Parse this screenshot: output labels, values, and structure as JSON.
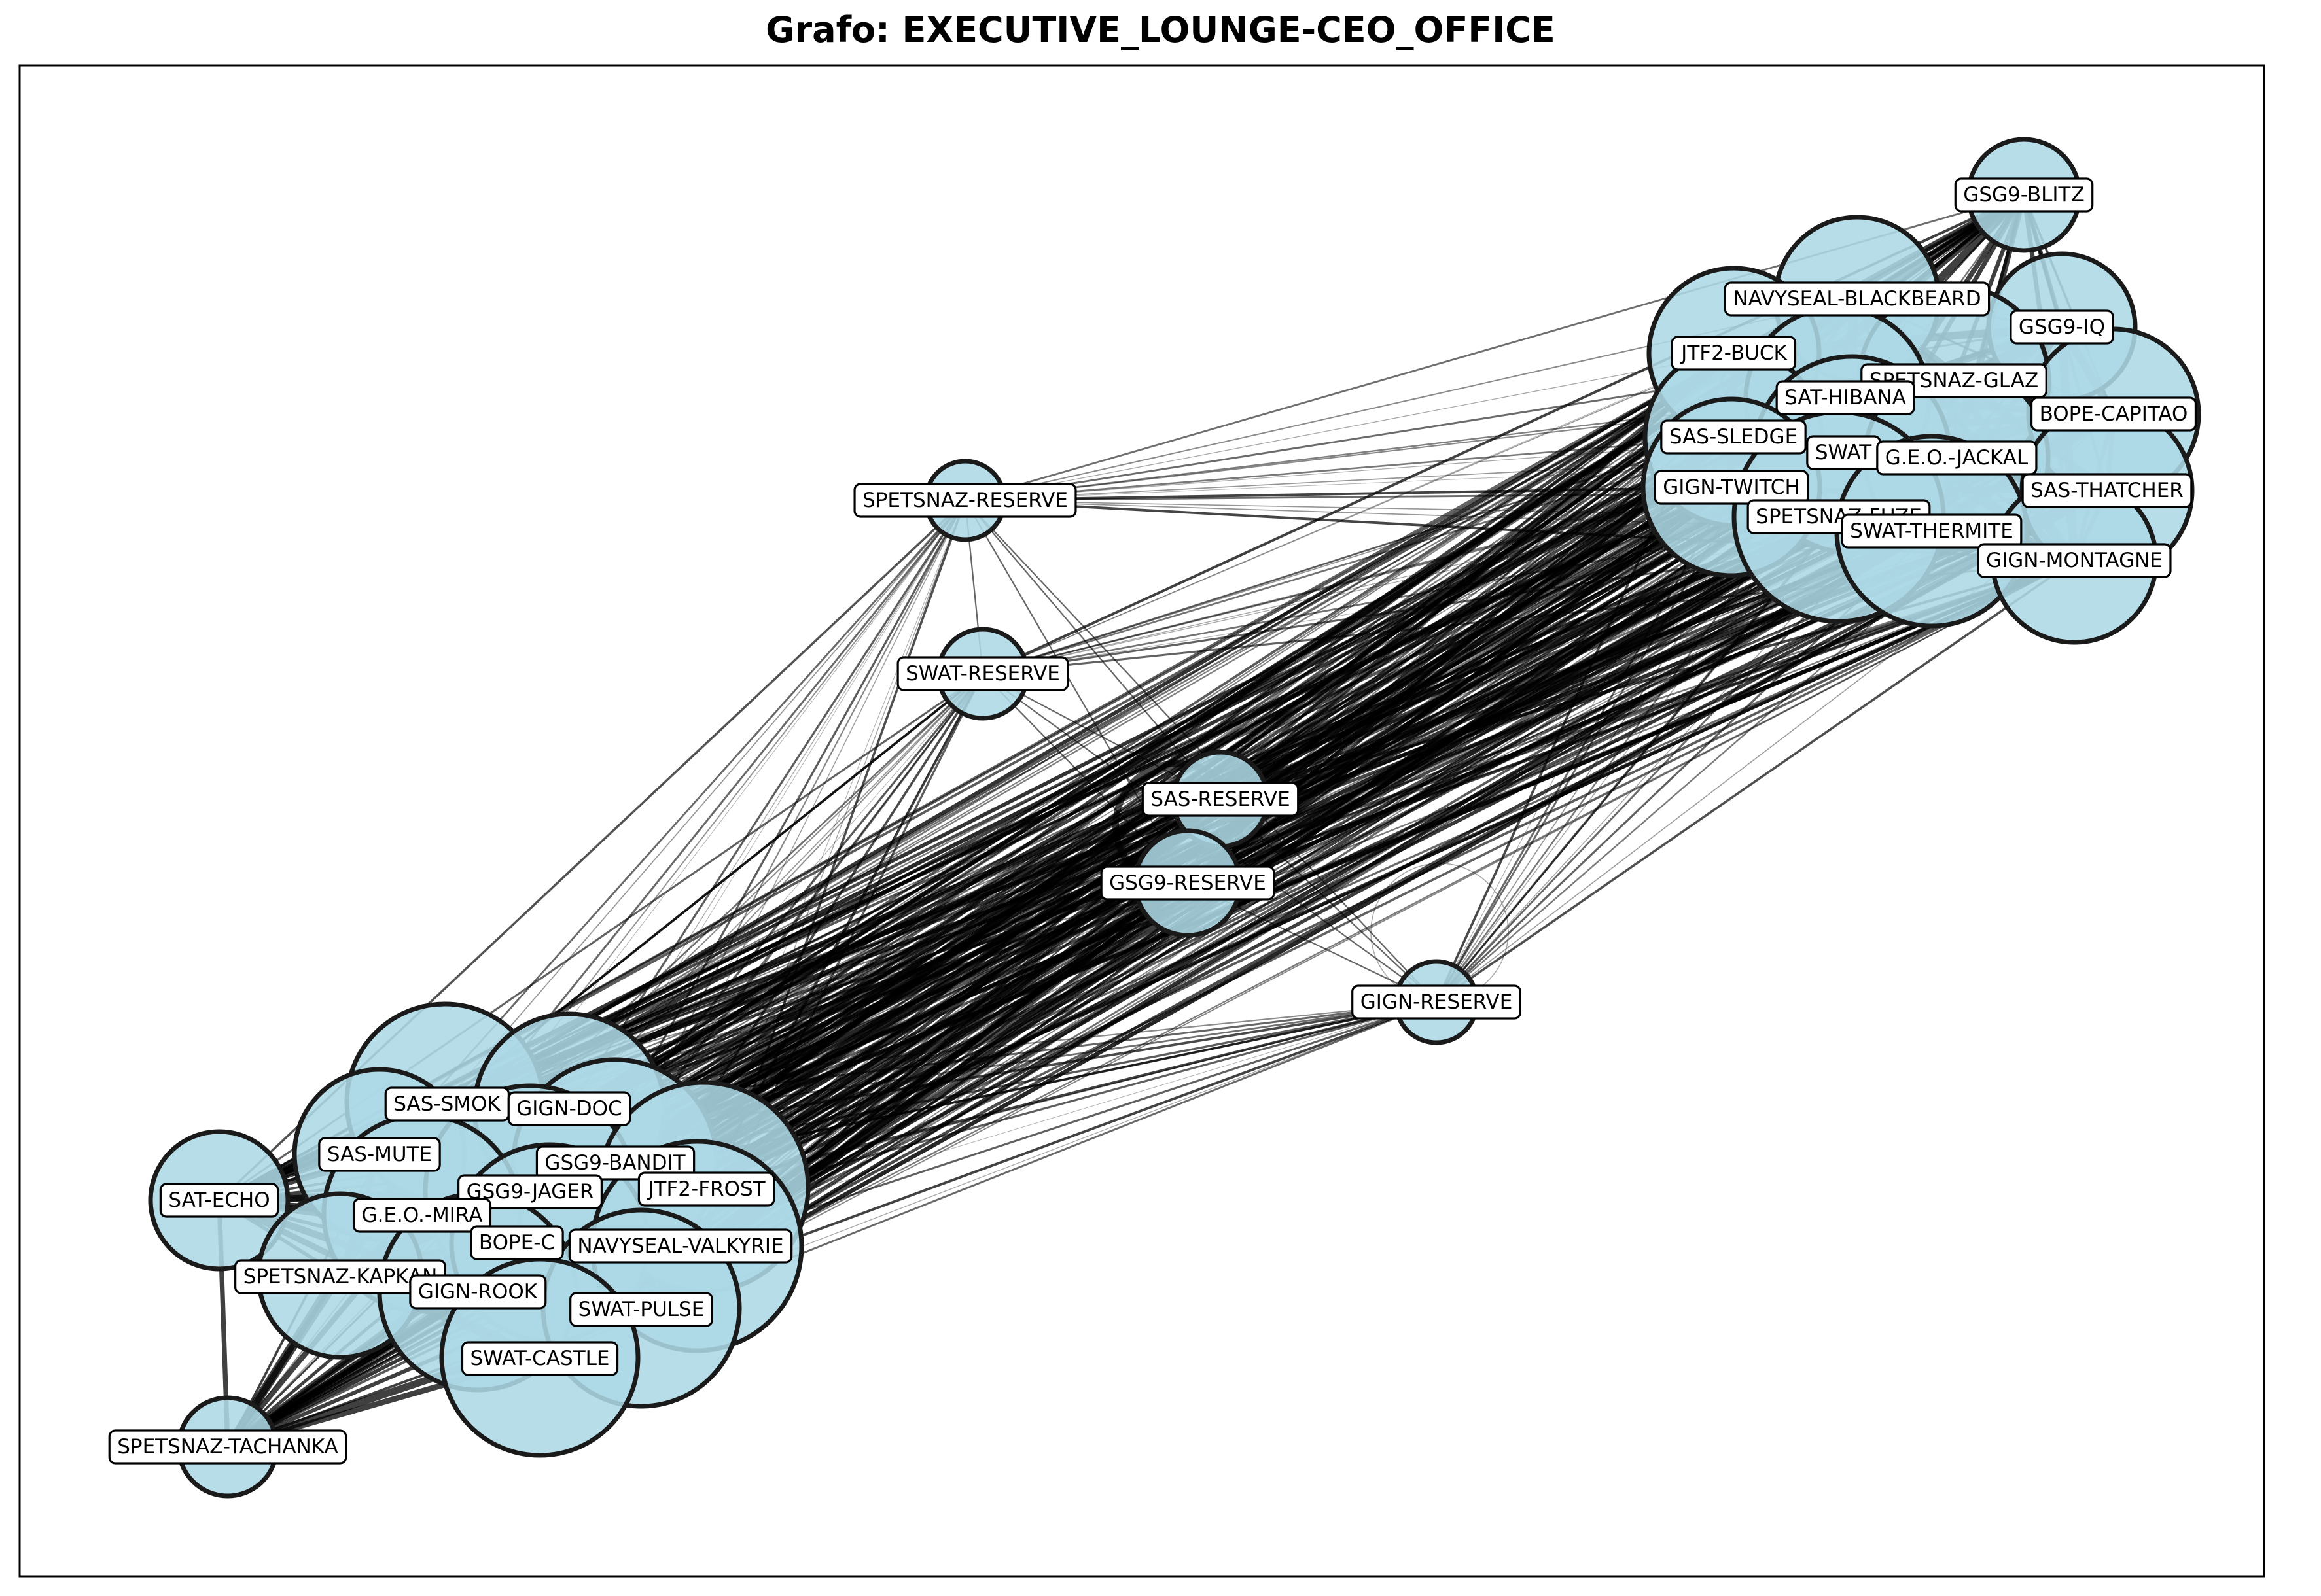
{
  "title": "Grafo: EXECUTIVE_LOUNGE-CEO_OFFICE",
  "colors": {
    "node_fill": "#add8e6",
    "node_stroke": "#1a1a1a",
    "edge": "#000000",
    "label_bg": "#ffffff",
    "frame": "#000000"
  },
  "nodes": [
    {
      "id": "GSG9-BLITZ",
      "label": "GSG9-BLITZ",
      "cluster": "top-right",
      "size": "medium"
    },
    {
      "id": "NAVYSEAL-BLACKBEARD",
      "label": "NAVYSEAL-BLACKBEARD",
      "cluster": "top-right",
      "size": "large"
    },
    {
      "id": "GSG9-IQ",
      "label": "GSG9-IQ",
      "cluster": "top-right",
      "size": "large"
    },
    {
      "id": "JTF2-BUCK",
      "label": "JTF2-BUCK",
      "cluster": "top-right",
      "size": "large"
    },
    {
      "id": "SPETSNAZ-GLAZ",
      "label": "SPETSNAZ-GLAZ",
      "cluster": "top-right",
      "size": "large"
    },
    {
      "id": "SAT-HIBANA",
      "label": "SAT-HIBANA",
      "cluster": "top-right",
      "size": "large"
    },
    {
      "id": "BOPE-CAPITAO",
      "label": "BOPE-CAPITAO",
      "cluster": "top-right",
      "size": "large"
    },
    {
      "id": "SAS-SLEDGE",
      "label": "SAS-SLEDGE",
      "cluster": "top-right",
      "size": "large"
    },
    {
      "id": "SWAT-ASH",
      "label": "SWAT",
      "cluster": "top-right",
      "size": "large"
    },
    {
      "id": "G.E.O.-JACKAL",
      "label": "G.E.O.-JACKAL",
      "cluster": "top-right",
      "size": "large"
    },
    {
      "id": "GIGN-TWITCH",
      "label": "GIGN-TWITCH",
      "cluster": "top-right",
      "size": "large"
    },
    {
      "id": "SAS-THATCHER",
      "label": "SAS-THATCHER",
      "cluster": "top-right",
      "size": "large"
    },
    {
      "id": "SPETSNAZ-FUZE",
      "label": "SPETSNAZ-FUZE",
      "cluster": "top-right",
      "size": "large"
    },
    {
      "id": "SWAT-THERMITE",
      "label": "SWAT-THERMITE",
      "cluster": "top-right",
      "size": "large"
    },
    {
      "id": "GIGN-MONTAGNE",
      "label": "GIGN-MONTAGNE",
      "cluster": "top-right",
      "size": "large"
    },
    {
      "id": "SPETSNAZ-RESERVE",
      "label": "SPETSNAZ-RESERVE",
      "cluster": "reserve",
      "size": "small"
    },
    {
      "id": "SWAT-RESERVE",
      "label": "SWAT-RESERVE",
      "cluster": "reserve",
      "size": "small"
    },
    {
      "id": "SAS-RESERVE",
      "label": "SAS-RESERVE",
      "cluster": "reserve",
      "size": "small"
    },
    {
      "id": "GSG9-RESERVE",
      "label": "GSG9-RESERVE",
      "cluster": "reserve",
      "size": "small"
    },
    {
      "id": "GIGN-RESERVE",
      "label": "GIGN-RESERVE",
      "cluster": "reserve",
      "size": "small"
    },
    {
      "id": "SAS-SMOKE",
      "label": "SAS-SMOK",
      "cluster": "bottom-left",
      "size": "large"
    },
    {
      "id": "GIGN-DOC",
      "label": "GIGN-DOC",
      "cluster": "bottom-left",
      "size": "large"
    },
    {
      "id": "SAS-MUTE",
      "label": "SAS-MUTE",
      "cluster": "bottom-left",
      "size": "large"
    },
    {
      "id": "GSG9-BANDIT",
      "label": "GSG9-BANDIT",
      "cluster": "bottom-left",
      "size": "large"
    },
    {
      "id": "SAT-ECHO",
      "label": "SAT-ECHO",
      "cluster": "bottom-left",
      "size": "medium"
    },
    {
      "id": "GSG9-JAGER",
      "label": "GSG9-JAGER",
      "cluster": "bottom-left",
      "size": "large"
    },
    {
      "id": "JTF2-FROST",
      "label": "JTF2-FROST",
      "cluster": "bottom-left",
      "size": "large"
    },
    {
      "id": "G.E.O.-MIRA",
      "label": "G.E.O.-MIRA",
      "cluster": "bottom-left",
      "size": "large"
    },
    {
      "id": "BOPE-CAVEIRA",
      "label": "BOPE-C",
      "cluster": "bottom-left",
      "size": "large"
    },
    {
      "id": "NAVYSEAL-VALKYRIE",
      "label": "NAVYSEAL-VALKYRIE",
      "cluster": "bottom-left",
      "size": "large"
    },
    {
      "id": "SPETSNAZ-KAPKAN",
      "label": "SPETSNAZ-KAPKAN",
      "cluster": "bottom-left",
      "size": "large"
    },
    {
      "id": "GIGN-ROOK",
      "label": "GIGN-ROOK",
      "cluster": "bottom-left",
      "size": "large"
    },
    {
      "id": "SWAT-PULSE",
      "label": "SWAT-PULSE",
      "cluster": "bottom-left",
      "size": "large"
    },
    {
      "id": "SWAT-CASTLE",
      "label": "SWAT-CASTLE",
      "cluster": "bottom-left",
      "size": "large"
    },
    {
      "id": "SPETSNAZ-TACHANKA",
      "label": "SPETSNAZ-TACHANKA",
      "cluster": "bottom-left",
      "size": "medium"
    }
  ]
}
